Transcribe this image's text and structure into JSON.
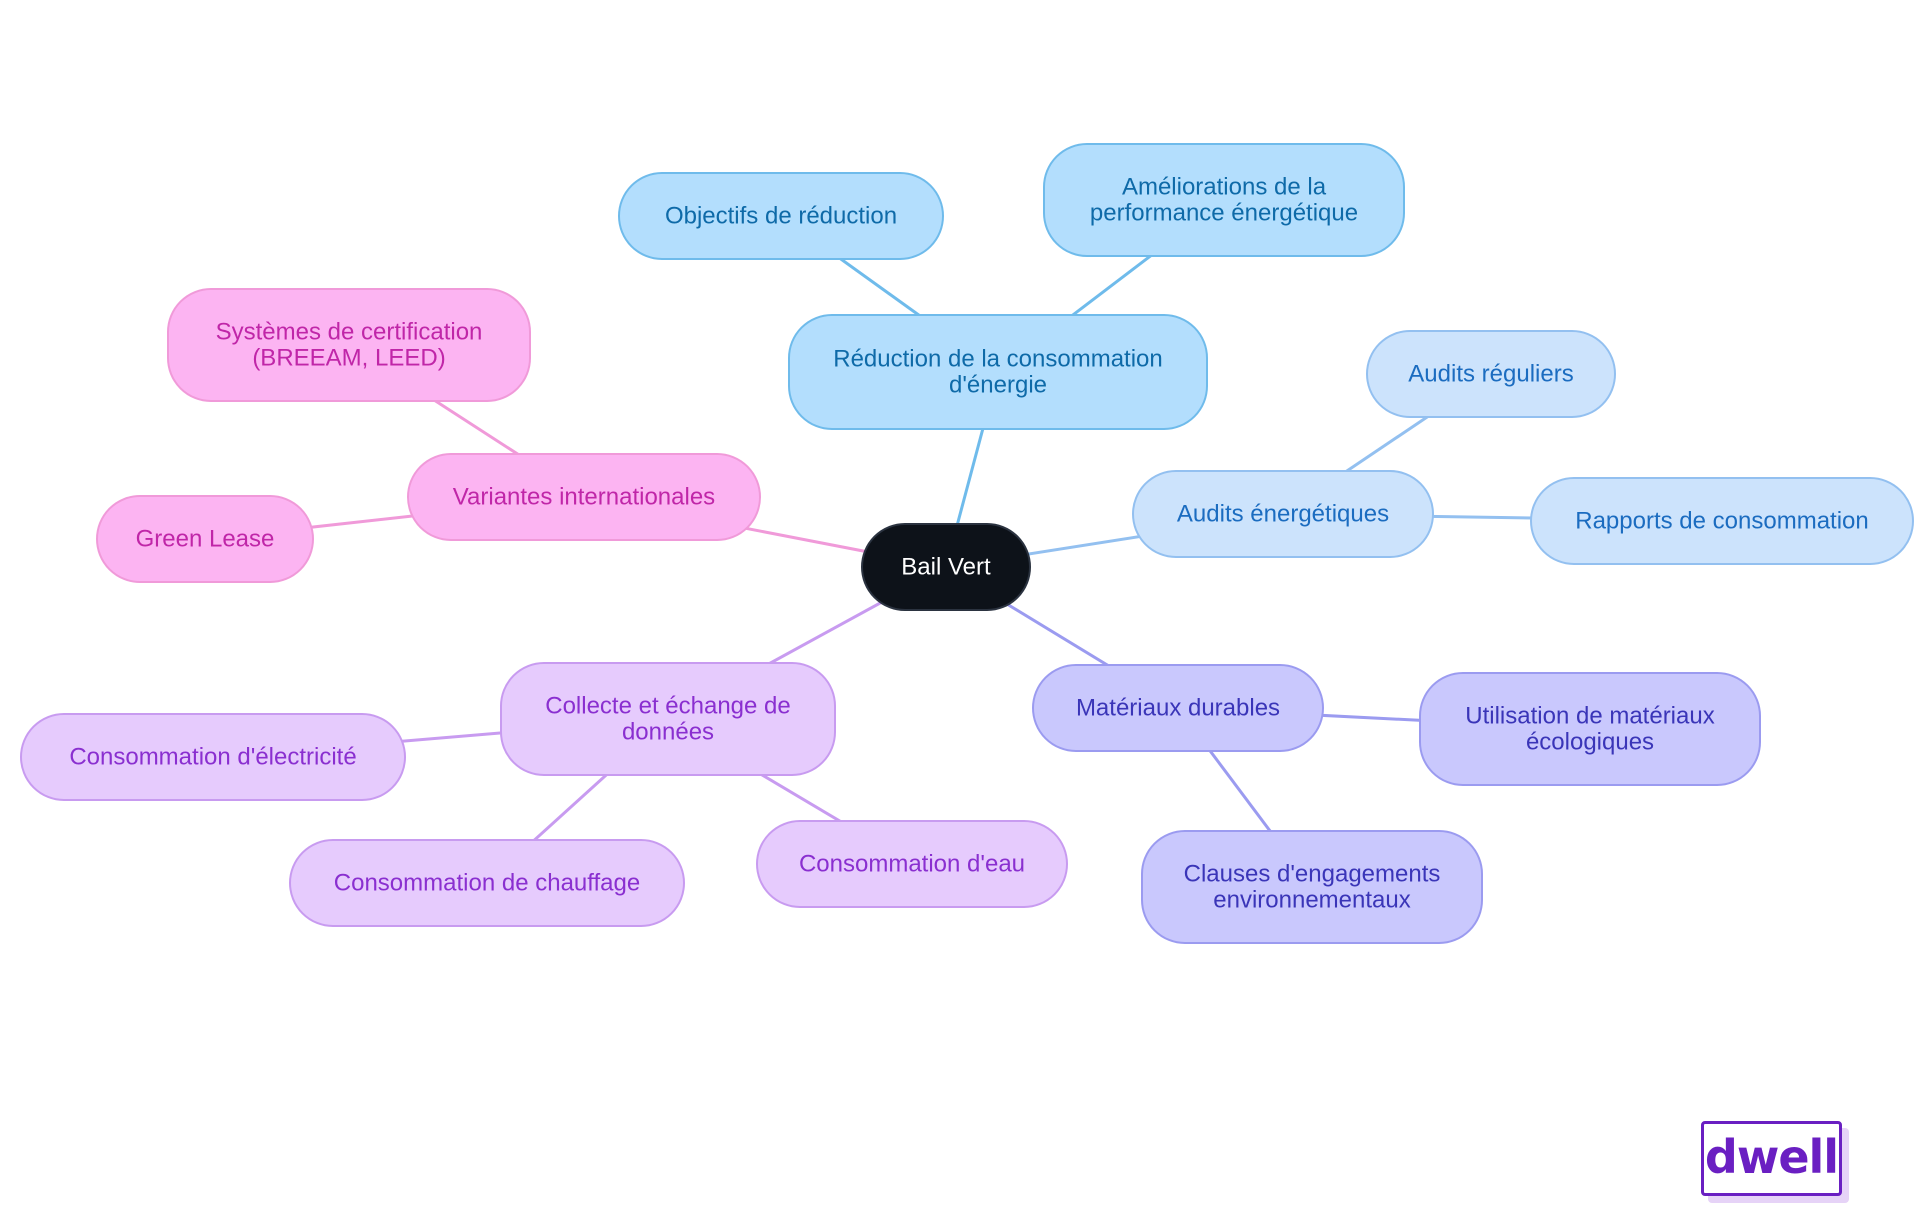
{
  "diagram": {
    "root": {
      "id": "root",
      "lines": [
        "Bail Vert"
      ]
    },
    "branches": [
      {
        "id": "energie",
        "lines": [
          "Réduction de la consommation",
          "d'énergie"
        ],
        "children": [
          {
            "id": "objectifs",
            "lines": [
              "Objectifs de réduction"
            ]
          },
          {
            "id": "ameliorations",
            "lines": [
              "Améliorations de la",
              "performance énergétique"
            ]
          }
        ]
      },
      {
        "id": "audits",
        "lines": [
          "Audits énergétiques"
        ],
        "children": [
          {
            "id": "reguliers",
            "lines": [
              "Audits réguliers"
            ]
          },
          {
            "id": "rapports",
            "lines": [
              "Rapports de consommation"
            ]
          }
        ]
      },
      {
        "id": "materiaux",
        "lines": [
          "Matériaux durables"
        ],
        "children": [
          {
            "id": "ecologiques",
            "lines": [
              "Utilisation de matériaux",
              "écologiques"
            ]
          },
          {
            "id": "clauses",
            "lines": [
              "Clauses d'engagements",
              "environnementaux"
            ]
          }
        ]
      },
      {
        "id": "donnees",
        "lines": [
          "Collecte et échange de",
          "données"
        ],
        "children": [
          {
            "id": "electricite",
            "lines": [
              "Consommation d'électricité"
            ]
          },
          {
            "id": "chauffage",
            "lines": [
              "Consommation de chauffage"
            ]
          },
          {
            "id": "eau",
            "lines": [
              "Consommation d'eau"
            ]
          }
        ]
      },
      {
        "id": "variantes",
        "lines": [
          "Variantes internationales"
        ],
        "children": [
          {
            "id": "certification",
            "lines": [
              "Systèmes de certification",
              "(BREEAM, LEED)"
            ]
          },
          {
            "id": "greenlease",
            "lines": [
              "Green Lease"
            ]
          }
        ]
      }
    ]
  },
  "colors": {
    "root": {
      "fill": "#0d1219",
      "stroke": "#2b3340",
      "text": "#ffffff"
    },
    "energie": {
      "fill": "#b3defd",
      "stroke": "#6fbbeb",
      "text": "#0e6aa8",
      "edge": "#6fbbeb"
    },
    "audits": {
      "fill": "#cce3fc",
      "stroke": "#93c0f0",
      "text": "#1b6cc0",
      "edge": "#93c0f0"
    },
    "materiaux": {
      "fill": "#c9c8fd",
      "stroke": "#9b9bf0",
      "text": "#3a35b8",
      "edge": "#9b9bf0"
    },
    "donnees": {
      "fill": "#e6cbfd",
      "stroke": "#c89bf0",
      "text": "#8a2fd0",
      "edge": "#c89bf0"
    },
    "variantes": {
      "fill": "#fcb4f2",
      "stroke": "#f09ad9",
      "text": "#c026a8",
      "edge": "#f09ad9"
    }
  },
  "logo": {
    "text": "dwell",
    "color": "#6a1fc2"
  }
}
